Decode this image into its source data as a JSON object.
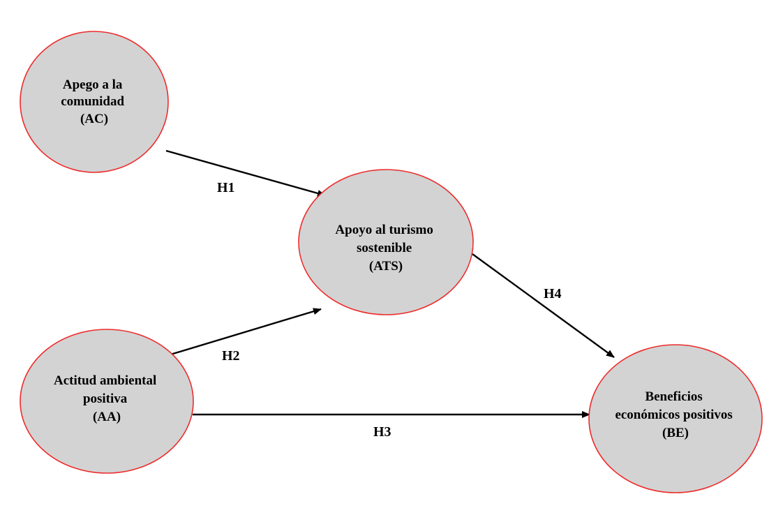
{
  "colors": {
    "node_fill": "#d3d3d3",
    "node_stroke": "#ee2b2b",
    "edge": "#000000",
    "text": "#000000",
    "background": "#ffffff"
  },
  "nodes": {
    "ac": {
      "lines": [
        "Apego a la",
        "comunidad",
        "(AC)"
      ]
    },
    "ats": {
      "lines": [
        "Apoyo al turismo",
        "sostenible",
        "(ATS)"
      ]
    },
    "aa": {
      "lines": [
        "Actitud ambiental",
        "positiva",
        "(AA)"
      ]
    },
    "be": {
      "lines": [
        "Beneficios",
        "económicos positivos",
        "(BE)"
      ]
    }
  },
  "edges": {
    "h1": {
      "label": "H1",
      "from": "AC",
      "to": "ATS"
    },
    "h2": {
      "label": "H2",
      "from": "AA",
      "to": "ATS"
    },
    "h3": {
      "label": "H3",
      "from": "AA",
      "to": "BE"
    },
    "h4": {
      "label": "H4",
      "from": "ATS",
      "to": "BE"
    }
  }
}
